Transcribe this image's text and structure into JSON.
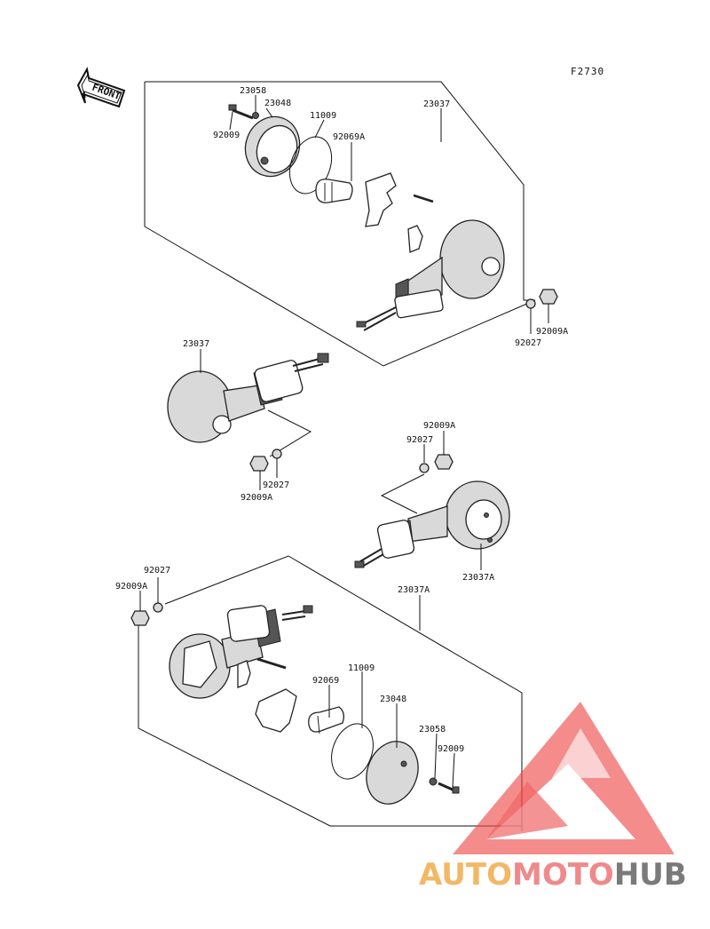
{
  "figure_code": "F2730",
  "front_label": "FRONT",
  "watermark": {
    "part1": "AUTO",
    "part2": "MOTO",
    "part3": "HUB",
    "color1": "#f3b866",
    "color2": "#ef8a8a",
    "color3": "#7a7a7a",
    "logo_color": "#ee4b4b"
  },
  "callouts": {
    "top_23058": "23058",
    "top_23048": "23048",
    "top_92009": "92009",
    "top_11009": "11009",
    "top_92069A": "92069A",
    "top_23037": "23037",
    "top_92027": "92027",
    "top_92009A": "92009A",
    "mid_23037": "23037",
    "mid_92027": "92027",
    "mid_92009A": "92009A",
    "right_92009A": "92009A",
    "right_92027": "92027",
    "right_23037A": "23037A",
    "bot_92027": "92027",
    "bot_92009A": "92009A",
    "bot_23037A": "23037A",
    "bot_11009": "11009",
    "bot_92069": "92069",
    "bot_23048": "23048",
    "bot_23058": "23058",
    "bot_92009": "92009"
  }
}
